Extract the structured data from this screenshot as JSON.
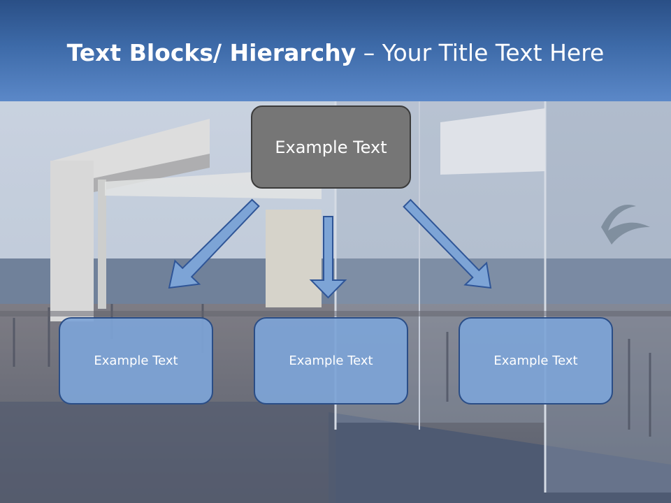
{
  "title": {
    "bold": "Text Blocks/ Hierarchy",
    "rest": " – Your Title Text Here"
  },
  "root": {
    "label": "Example Text"
  },
  "children": [
    {
      "label": "Example Text"
    },
    {
      "label": "Example Text"
    },
    {
      "label": "Example Text"
    }
  ],
  "colors": {
    "header": "#3d6aa8",
    "root_fill": "#767676",
    "child_fill": "#7da4d6",
    "arrow_fill": "#7da4d6",
    "arrow_stroke": "#2f5597"
  }
}
